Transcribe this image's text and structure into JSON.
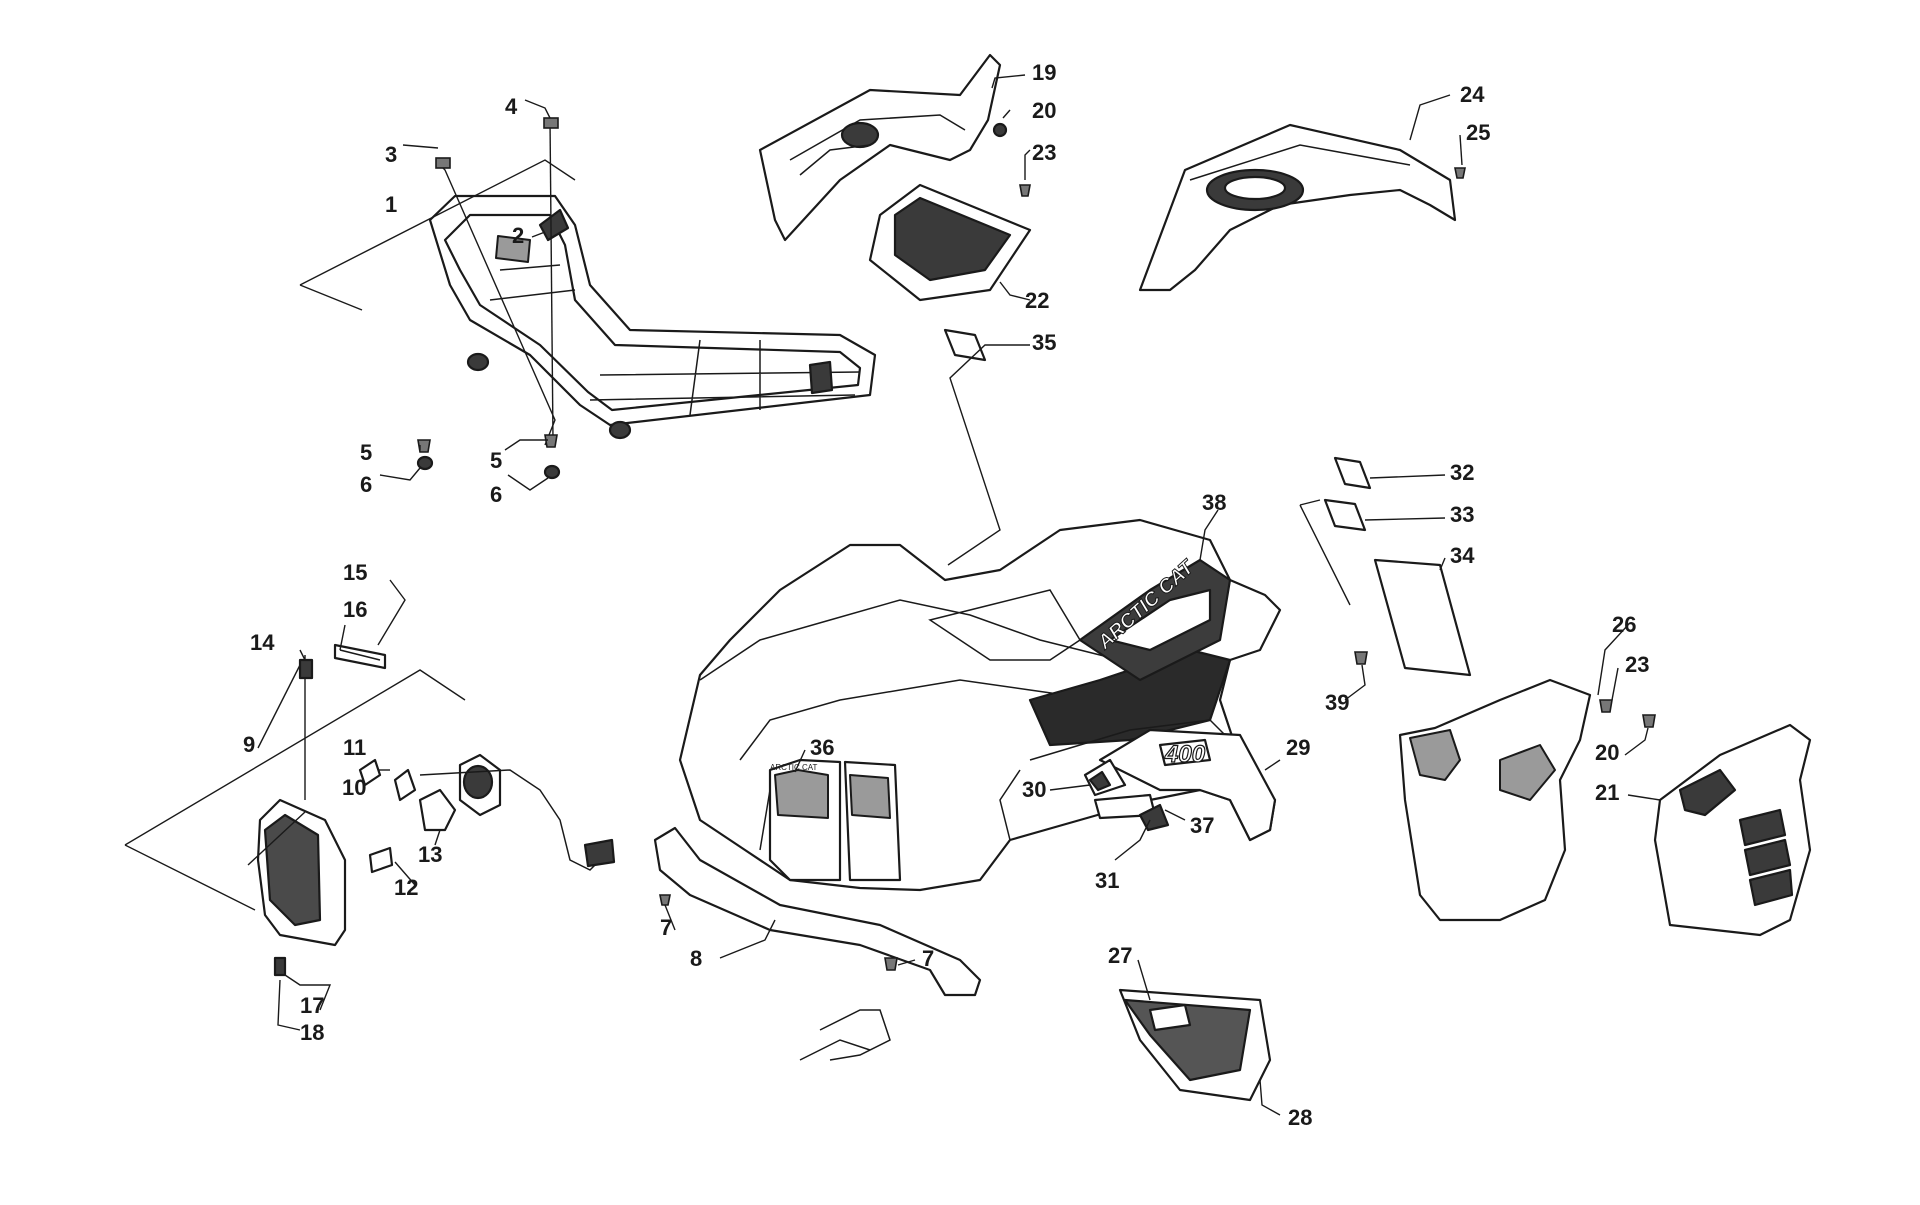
{
  "callouts": [
    {
      "id": "c1",
      "label": "1"
    },
    {
      "id": "c2",
      "label": "2"
    },
    {
      "id": "c3",
      "label": "3"
    },
    {
      "id": "c4",
      "label": "4"
    },
    {
      "id": "c5a",
      "label": "5"
    },
    {
      "id": "c5b",
      "label": "5"
    },
    {
      "id": "c6a",
      "label": "6"
    },
    {
      "id": "c6b",
      "label": "6"
    },
    {
      "id": "c7a",
      "label": "7"
    },
    {
      "id": "c7b",
      "label": "7"
    },
    {
      "id": "c8",
      "label": "8"
    },
    {
      "id": "c9",
      "label": "9"
    },
    {
      "id": "c10",
      "label": "10"
    },
    {
      "id": "c11",
      "label": "11"
    },
    {
      "id": "c12",
      "label": "12"
    },
    {
      "id": "c13",
      "label": "13"
    },
    {
      "id": "c14",
      "label": "14"
    },
    {
      "id": "c15",
      "label": "15"
    },
    {
      "id": "c16",
      "label": "16"
    },
    {
      "id": "c17",
      "label": "17"
    },
    {
      "id": "c18",
      "label": "18"
    },
    {
      "id": "c19",
      "label": "19"
    },
    {
      "id": "c20a",
      "label": "20"
    },
    {
      "id": "c20b",
      "label": "20"
    },
    {
      "id": "c21",
      "label": "21"
    },
    {
      "id": "c22",
      "label": "22"
    },
    {
      "id": "c23a",
      "label": "23"
    },
    {
      "id": "c23b",
      "label": "23"
    },
    {
      "id": "c24",
      "label": "24"
    },
    {
      "id": "c25",
      "label": "25"
    },
    {
      "id": "c26",
      "label": "26"
    },
    {
      "id": "c27",
      "label": "27"
    },
    {
      "id": "c28",
      "label": "28"
    },
    {
      "id": "c29",
      "label": "29"
    },
    {
      "id": "c30",
      "label": "30"
    },
    {
      "id": "c31",
      "label": "31"
    },
    {
      "id": "c32",
      "label": "32"
    },
    {
      "id": "c33",
      "label": "33"
    },
    {
      "id": "c34",
      "label": "34"
    },
    {
      "id": "c35",
      "label": "35"
    },
    {
      "id": "c36",
      "label": "36"
    },
    {
      "id": "c37",
      "label": "37"
    },
    {
      "id": "c38",
      "label": "38"
    },
    {
      "id": "c39",
      "label": "39"
    }
  ],
  "decals": {
    "brand": "ARCTIC CAT",
    "model": "400",
    "grille": "ARCTIC CAT"
  }
}
